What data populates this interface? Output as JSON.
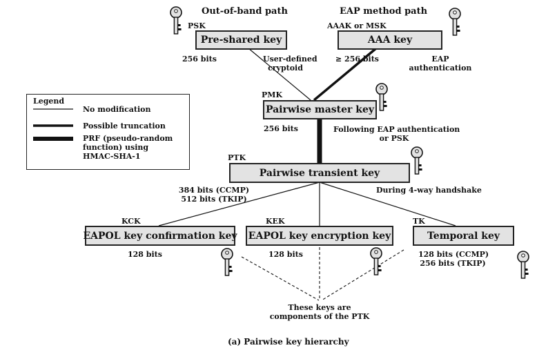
{
  "headers": {
    "out_of_band": "Out-of-band path",
    "eap": "EAP method path"
  },
  "psk": {
    "tag": "PSK",
    "name": "Pre-shared key",
    "bits": "256 bits",
    "note_line1": "User-defined",
    "note_line2": "cryptoid"
  },
  "aaa": {
    "tag": "AAAK or MSK",
    "name": "AAA key",
    "bits": "≥ 256 bits",
    "note_line1": "EAP",
    "note_line2": "authentication"
  },
  "pmk": {
    "tag": "PMK",
    "name": "Pairwise master key",
    "bits": "256 bits",
    "note_line1": "Following EAP authentication",
    "note_line2": "or PSK"
  },
  "ptk": {
    "tag": "PTK",
    "name": "Pairwise transient key",
    "bits_line1": "384 bits (CCMP)",
    "bits_line2": "512 bits (TKIP)",
    "note": "During 4-way handshake"
  },
  "kck": {
    "tag": "KCK",
    "name": "EAPOL key confirmation key",
    "bits": "128 bits"
  },
  "kek": {
    "tag": "KEK",
    "name": "EAPOL key encryption key",
    "bits": "128 bits"
  },
  "tk": {
    "tag": "TK",
    "name": "Temporal key",
    "bits_line1": "128 bits (CCMP)",
    "bits_line2": "256 bits (TKIP)"
  },
  "components_note": {
    "line1": "These keys are",
    "line2": "components of the PTK"
  },
  "legend": {
    "title": "Legend",
    "no_mod": "No modification",
    "trunc": "Possible truncation",
    "prf_line1": "PRF (pseudo-random",
    "prf_line2": "function) using",
    "prf_line3": "HMAC-SHA-1"
  },
  "caption": "(a) Pairwise key hierarchy"
}
